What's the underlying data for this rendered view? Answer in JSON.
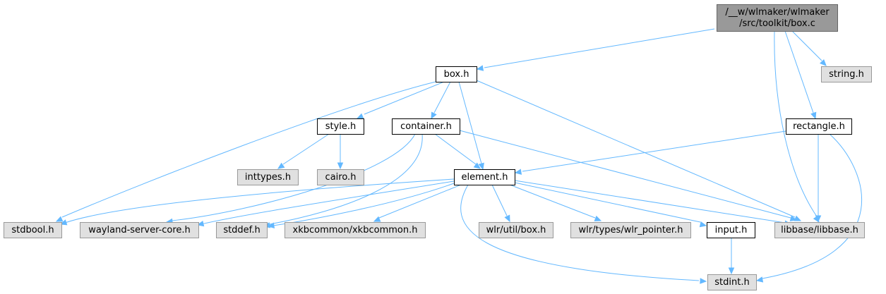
{
  "diagram": {
    "title_lines": [
      "/__w/wlmaker/wlmaker",
      "/src/toolkit/box.c"
    ],
    "colors": {
      "edge": "#63b8ff",
      "root_fill": "#999999",
      "root_stroke": "#666666",
      "documented_fill": "#ffffff",
      "documented_stroke": "#000000",
      "external_fill": "#e0e0e0",
      "external_stroke": "#999999",
      "text": "#000000"
    },
    "nodes": [
      {
        "id": "root",
        "kind": "root",
        "lines": [
          "/__w/wlmaker/wlmaker",
          "/src/toolkit/box.c"
        ]
      },
      {
        "id": "box_h",
        "kind": "documented",
        "lines": [
          "box.h"
        ]
      },
      {
        "id": "string_h",
        "kind": "external",
        "lines": [
          "string.h"
        ]
      },
      {
        "id": "style_h",
        "kind": "documented",
        "lines": [
          "style.h"
        ]
      },
      {
        "id": "container_h",
        "kind": "documented",
        "lines": [
          "container.h"
        ]
      },
      {
        "id": "rectangle_h",
        "kind": "documented",
        "lines": [
          "rectangle.h"
        ]
      },
      {
        "id": "inttypes_h",
        "kind": "external",
        "lines": [
          "inttypes.h"
        ]
      },
      {
        "id": "cairo_h",
        "kind": "external",
        "lines": [
          "cairo.h"
        ]
      },
      {
        "id": "element_h",
        "kind": "documented",
        "lines": [
          "element.h"
        ]
      },
      {
        "id": "stdbool_h",
        "kind": "external",
        "lines": [
          "stdbool.h"
        ]
      },
      {
        "id": "wayland_h",
        "kind": "external",
        "lines": [
          "wayland-server-core.h"
        ]
      },
      {
        "id": "stddef_h",
        "kind": "external",
        "lines": [
          "stddef.h"
        ]
      },
      {
        "id": "xkb_h",
        "kind": "external",
        "lines": [
          "xkbcommon/xkbcommon.h"
        ]
      },
      {
        "id": "wlrbox_h",
        "kind": "external",
        "lines": [
          "wlr/util/box.h"
        ]
      },
      {
        "id": "wlrptr_h",
        "kind": "external",
        "lines": [
          "wlr/types/wlr_pointer.h"
        ]
      },
      {
        "id": "input_h",
        "kind": "documented",
        "lines": [
          "input.h"
        ]
      },
      {
        "id": "libbase_h",
        "kind": "external",
        "lines": [
          "libbase/libbase.h"
        ]
      },
      {
        "id": "stdint_h",
        "kind": "external",
        "lines": [
          "stdint.h"
        ]
      }
    ],
    "edges": [
      {
        "from": "root",
        "to": "box_h"
      },
      {
        "from": "root",
        "to": "string_h"
      },
      {
        "from": "root",
        "to": "rectangle_h"
      },
      {
        "from": "root",
        "to": "libbase_h"
      },
      {
        "from": "box_h",
        "to": "style_h"
      },
      {
        "from": "box_h",
        "to": "container_h"
      },
      {
        "from": "box_h",
        "to": "element_h"
      },
      {
        "from": "box_h",
        "to": "stdbool_h"
      },
      {
        "from": "box_h",
        "to": "libbase_h"
      },
      {
        "from": "style_h",
        "to": "inttypes_h"
      },
      {
        "from": "style_h",
        "to": "cairo_h"
      },
      {
        "from": "container_h",
        "to": "element_h"
      },
      {
        "from": "container_h",
        "to": "wayland_h"
      },
      {
        "from": "container_h",
        "to": "stddef_h"
      },
      {
        "from": "container_h",
        "to": "libbase_h"
      },
      {
        "from": "rectangle_h",
        "to": "element_h"
      },
      {
        "from": "rectangle_h",
        "to": "libbase_h"
      },
      {
        "from": "rectangle_h",
        "to": "stdint_h"
      },
      {
        "from": "element_h",
        "to": "stdbool_h"
      },
      {
        "from": "element_h",
        "to": "wayland_h"
      },
      {
        "from": "element_h",
        "to": "stddef_h"
      },
      {
        "from": "element_h",
        "to": "xkb_h"
      },
      {
        "from": "element_h",
        "to": "wlrbox_h"
      },
      {
        "from": "element_h",
        "to": "wlrptr_h"
      },
      {
        "from": "element_h",
        "to": "input_h"
      },
      {
        "from": "element_h",
        "to": "libbase_h"
      },
      {
        "from": "element_h",
        "to": "stdint_h"
      },
      {
        "from": "input_h",
        "to": "stdint_h"
      }
    ]
  }
}
